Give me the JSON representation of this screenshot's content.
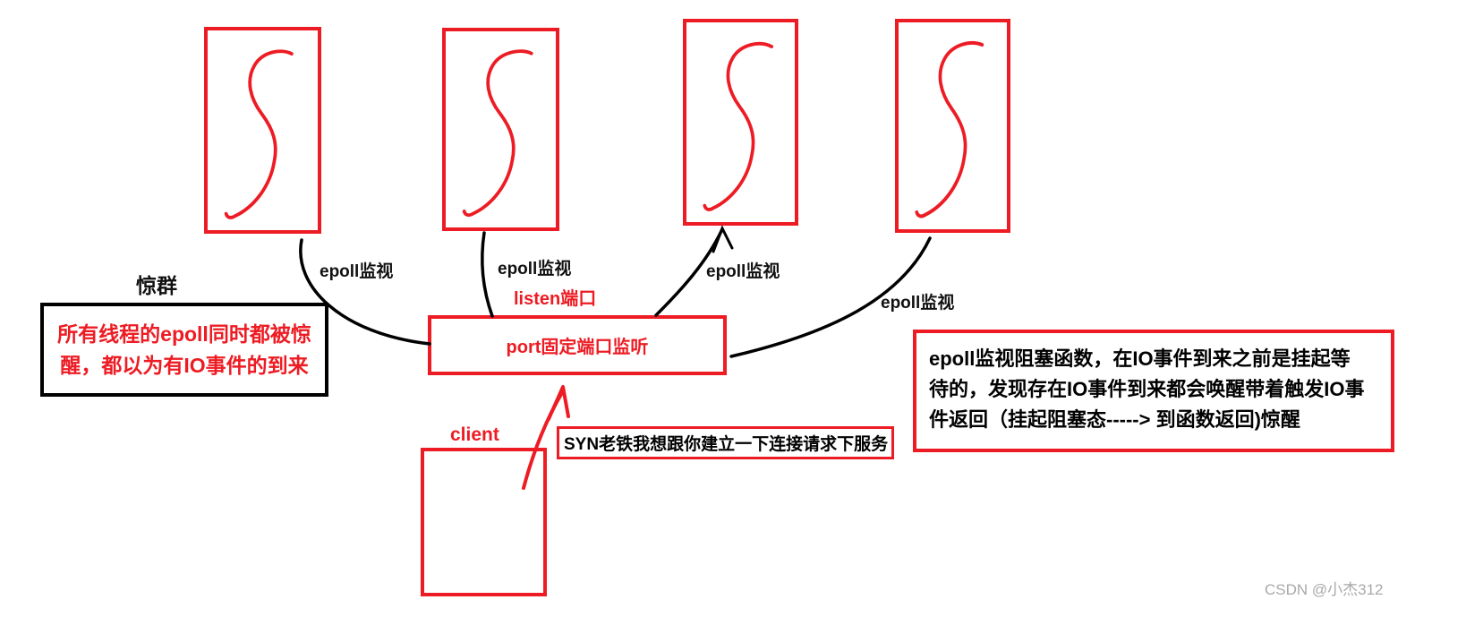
{
  "colors": {
    "red": "#ed1c24",
    "black": "#000000",
    "watermark_gray": "#a9a9a9"
  },
  "labels": {
    "thundering_herd": "惊群",
    "epoll_watch": [
      "epoll监视",
      "epoll监视",
      "epoll监视",
      "epoll监视"
    ],
    "listen_port": "listen端口",
    "client": "client"
  },
  "boxes": {
    "herd_note": {
      "lines": [
        "所有线程的epoll同时都被惊",
        "醒，都以为有IO事件的到来"
      ]
    },
    "port_listener": {
      "label": "port固定端口监听"
    },
    "syn_request": {
      "label": "SYN老铁我想跟你建立一下连接请求下服务"
    },
    "epoll_note": {
      "lines": [
        "epoll监视阻塞函数，在IO事件到来之前是挂起等",
        "待的，发现存在IO事件到来都会唤醒带着触发IO事",
        "件返回（挂起阻塞态-----> 到函数返回)惊醒"
      ]
    }
  },
  "watermark": "CSDN @小杰312"
}
